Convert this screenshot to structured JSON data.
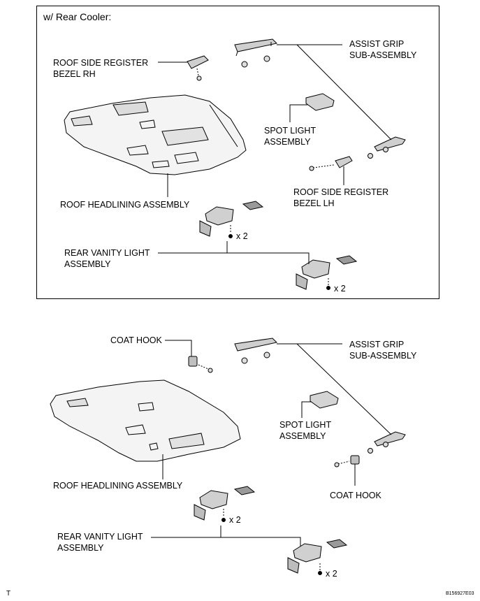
{
  "top_panel": {
    "title": "w/ Rear Cooler:",
    "roof_side_register_rh": [
      "ROOF SIDE REGISTER",
      "BEZEL RH"
    ],
    "assist_grip": [
      "ASSIST GRIP",
      "SUB-ASSEMBLY"
    ],
    "spot_light": [
      "SPOT LIGHT",
      "ASSEMBLY"
    ],
    "roof_headlining": "ROOF HEADLINING ASSEMBLY",
    "roof_side_register_lh": [
      "ROOF SIDE REGISTER",
      "BEZEL LH"
    ],
    "rear_vanity_light": [
      "REAR VANITY LIGHT",
      "ASSEMBLY"
    ],
    "qty_1": "x 2",
    "qty_2": "x 2"
  },
  "bottom_panel": {
    "coat_hook_top": "COAT HOOK",
    "assist_grip": [
      "ASSIST GRIP",
      "SUB-ASSEMBLY"
    ],
    "spot_light": [
      "SPOT LIGHT",
      "ASSEMBLY"
    ],
    "roof_headlining": "ROOF HEADLINING ASSEMBLY",
    "coat_hook_right": "COAT HOOK",
    "rear_vanity_light": [
      "REAR VANITY LIGHT",
      "ASSEMBLY"
    ],
    "qty_1": "x 2",
    "qty_2": "x 2"
  },
  "footer": {
    "left_mark": "T",
    "figure_id": "B156927E03"
  }
}
